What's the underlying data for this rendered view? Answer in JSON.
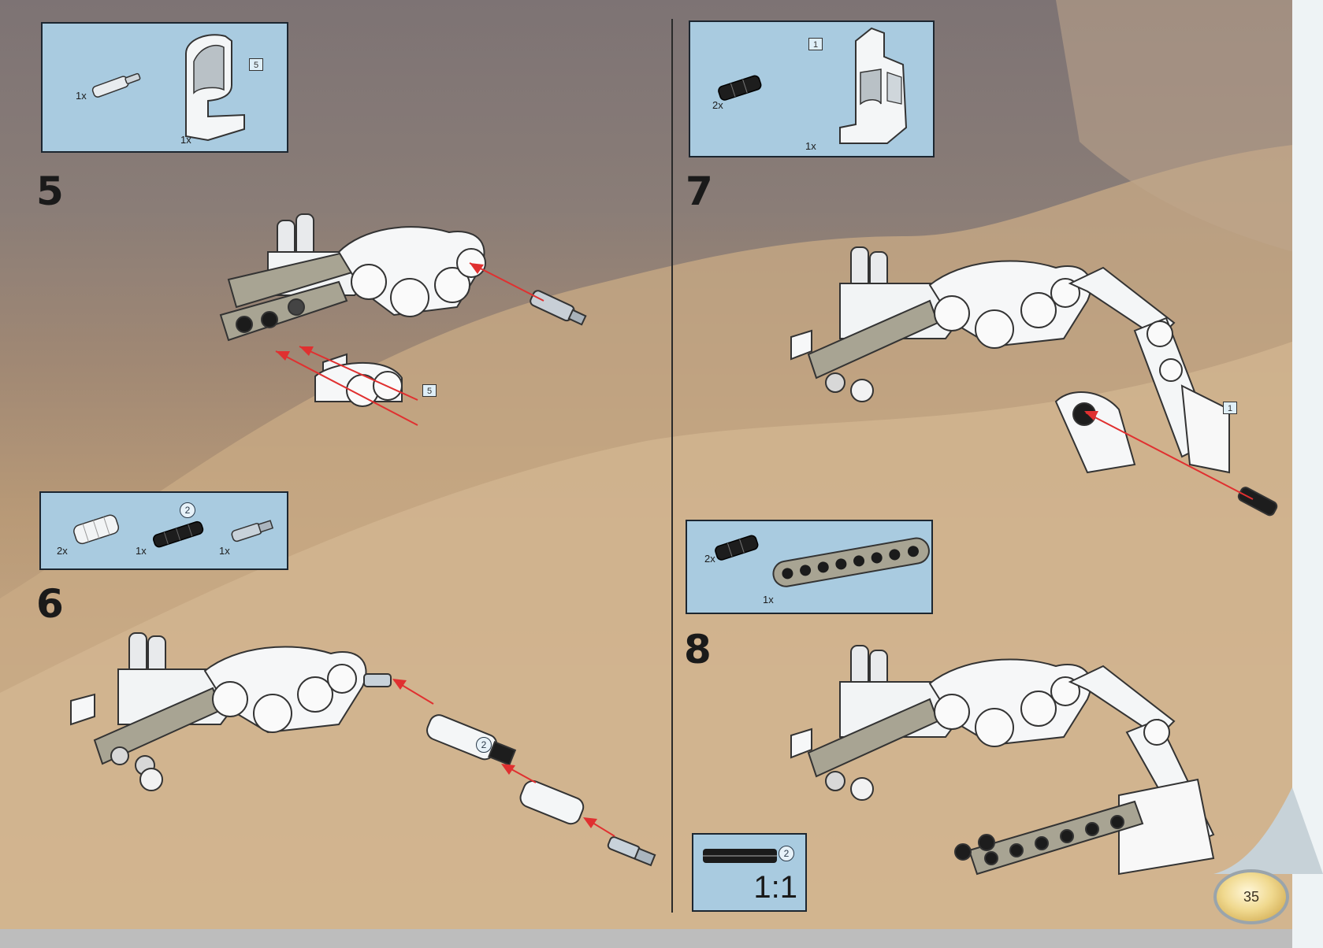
{
  "page_number": "35",
  "steps": [
    {
      "number": "5",
      "parts": [
        {
          "qty": "1x"
        },
        {
          "qty": "1x"
        }
      ],
      "callouts": [
        "5",
        "5"
      ]
    },
    {
      "number": "6",
      "parts": [
        {
          "qty": "2x"
        },
        {
          "qty": "1x"
        },
        {
          "qty": "1x"
        }
      ],
      "callouts": [
        "2",
        "2"
      ]
    },
    {
      "number": "7",
      "parts": [
        {
          "qty": "2x"
        },
        {
          "qty": "1x"
        }
      ],
      "callouts": [
        "1",
        "1"
      ]
    },
    {
      "number": "8",
      "parts": [
        {
          "qty": "2x"
        },
        {
          "qty": "1x"
        }
      ]
    }
  ],
  "scale_box": {
    "callout": "2",
    "label": "1:1"
  },
  "colors": {
    "parts_box": "#a9cbe0",
    "arrow": "#e03030",
    "beam": "#a8a493"
  }
}
